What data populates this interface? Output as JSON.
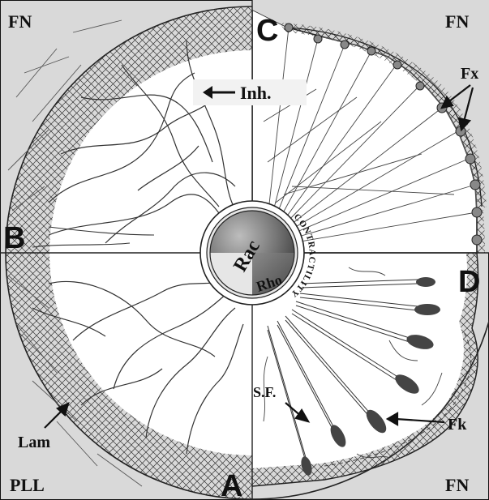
{
  "corners": {
    "top_left": "FN",
    "top_right": "FN",
    "bottom_left": "PLL",
    "bottom_right": "FN"
  },
  "quadrants": {
    "a": "A",
    "b": "B",
    "c": "C",
    "d": "D"
  },
  "center": {
    "rac": "Rac",
    "rho": "Rho",
    "contractility": "CONTRACTILITY"
  },
  "labels": {
    "inhibition": "Inh.",
    "focal_complex": "Fx",
    "focal_contact": "Fk",
    "stress_fiber": "S.F.",
    "lamellipodium": "Lam"
  },
  "colors": {
    "panel_gray": "#d9d9d9",
    "cell_body": "#ffffff",
    "outline": "#222222",
    "rac_dark": "#3f3f3f",
    "rac_light": "#bdbdbd"
  }
}
